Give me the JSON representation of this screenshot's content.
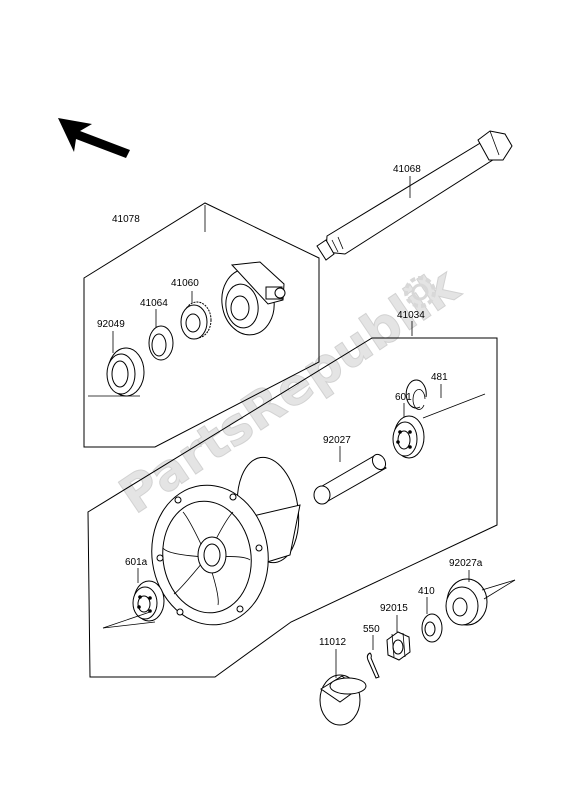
{
  "watermark": {
    "text": "PartsRepublik"
  },
  "labels": {
    "p41068": "41068",
    "p41078": "41078",
    "p41060": "41060",
    "p41064": "41064",
    "p92049": "92049",
    "p41034": "41034",
    "p481": "481",
    "p601": "601",
    "p92027": "92027",
    "p601a": "601a",
    "p92027a": "92027a",
    "p410": "410",
    "p92015": "92015",
    "p550": "550",
    "p11012": "11012"
  },
  "colors": {
    "line": "#000000",
    "watermark": "#e4e4e4"
  },
  "icons": {
    "direction": "front-direction-arrow-icon",
    "watermark_logo": "gear-icon"
  }
}
